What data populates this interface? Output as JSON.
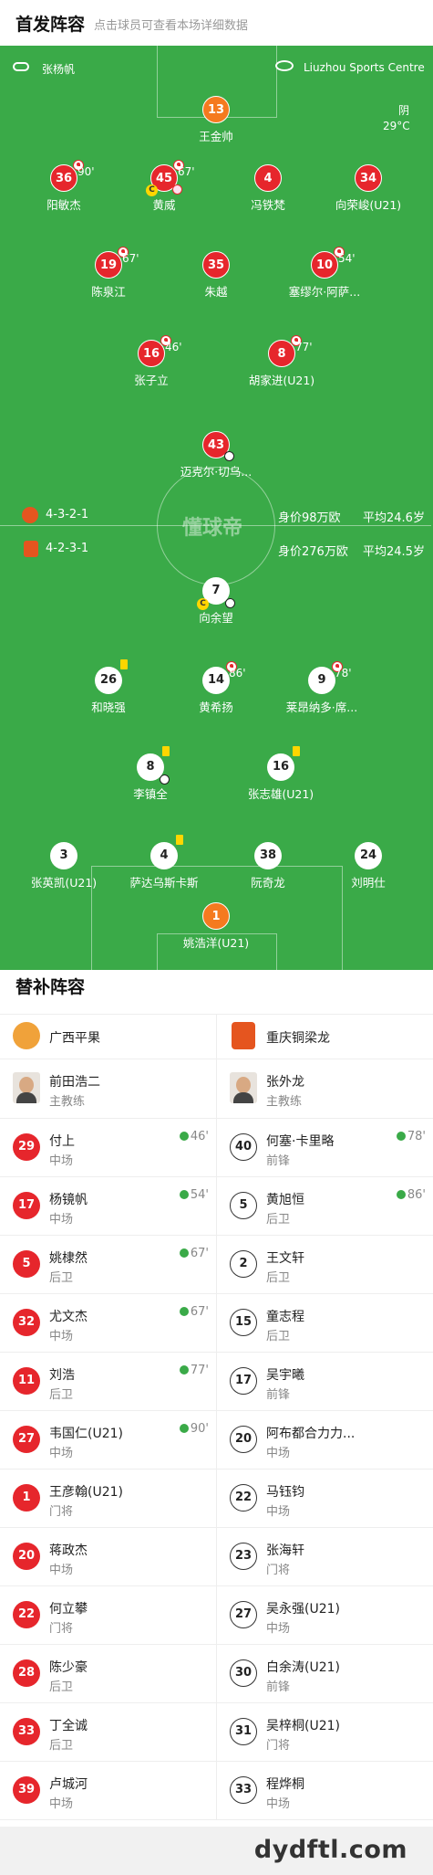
{
  "header": {
    "title": "首发阵容",
    "subtitle": "点击球员可查看本场详细数据"
  },
  "pitch": {
    "referee": "张杨帆",
    "stadium": "Liuzhou Sports Centre",
    "weather": "阴",
    "temperature": "29°C",
    "watermark": "懂球帝",
    "home_formation": "4-3-2-1",
    "away_formation": "4-2-3-1",
    "home_value": "身价98万欧",
    "home_age": "平均24.6岁",
    "away_value": "身价276万欧",
    "away_age": "平均24.5岁"
  },
  "top_team": [
    {
      "num": "13",
      "name": "王金帅",
      "color": "orange"
    },
    {
      "num": "36",
      "name": "阳敏杰",
      "color": "red",
      "sub_minute": "90'"
    },
    {
      "num": "45",
      "name": "黄威",
      "color": "red",
      "sub_minute": "67'",
      "captain": "C",
      "ball": true
    },
    {
      "num": "4",
      "name": "冯铁梵",
      "color": "red"
    },
    {
      "num": "34",
      "name": "向荣峻(U21)",
      "color": "red"
    },
    {
      "num": "19",
      "name": "陈泉江",
      "color": "red",
      "sub_minute": "67'"
    },
    {
      "num": "35",
      "name": "朱越",
      "color": "red"
    },
    {
      "num": "10",
      "name": "塞缪尔·阿萨...",
      "color": "red",
      "sub_minute": "54'"
    },
    {
      "num": "16",
      "name": "张子立",
      "color": "red",
      "sub_minute": "46'"
    },
    {
      "num": "8",
      "name": "胡家进(U21)",
      "color": "red",
      "sub_minute": "77'"
    },
    {
      "num": "43",
      "name": "迈克尔·切乌...",
      "color": "red",
      "ball": true
    }
  ],
  "bottom_team": [
    {
      "num": "7",
      "name": "向余望",
      "color": "white",
      "captain": "C",
      "ball": true
    },
    {
      "num": "26",
      "name": "和晓强",
      "color": "white",
      "yellow": true
    },
    {
      "num": "14",
      "name": "黄希扬",
      "color": "white",
      "sub_minute": "86'"
    },
    {
      "num": "9",
      "name": "莱昂纳多·席...",
      "color": "white",
      "sub_minute": "78'"
    },
    {
      "num": "8",
      "name": "李镇全",
      "color": "white",
      "yellow": true,
      "ball": true
    },
    {
      "num": "16",
      "name": "张志雄(U21)",
      "color": "white",
      "yellow": true
    },
    {
      "num": "3",
      "name": "张英凯(U21)",
      "color": "white"
    },
    {
      "num": "4",
      "name": "萨达乌斯卡斯",
      "color": "white",
      "yellow": true
    },
    {
      "num": "38",
      "name": "阮奇龙",
      "color": "white"
    },
    {
      "num": "24",
      "name": "刘明仕",
      "color": "white"
    },
    {
      "num": "1",
      "name": "姚浩洋(U21)",
      "color": "orange"
    }
  ],
  "subs": {
    "title": "替补阵容",
    "home": {
      "team": "广西平果",
      "coach": "前田浩二",
      "coach_role": "主教练",
      "players": [
        {
          "num": "29",
          "name": "付上",
          "pos": "中场",
          "in": "46'"
        },
        {
          "num": "17",
          "name": "杨镜帆",
          "pos": "中场",
          "in": "54'"
        },
        {
          "num": "5",
          "name": "姚棣然",
          "pos": "后卫",
          "in": "67'"
        },
        {
          "num": "32",
          "name": "尤文杰",
          "pos": "中场",
          "in": "67'"
        },
        {
          "num": "11",
          "name": "刘浩",
          "pos": "后卫",
          "in": "77'"
        },
        {
          "num": "27",
          "name": "韦国仁(U21)",
          "pos": "中场",
          "in": "90'"
        },
        {
          "num": "1",
          "name": "王彦翰(U21)",
          "pos": "门将"
        },
        {
          "num": "20",
          "name": "蒋政杰",
          "pos": "中场"
        },
        {
          "num": "22",
          "name": "何立攀",
          "pos": "门将"
        },
        {
          "num": "28",
          "name": "陈少豪",
          "pos": "后卫"
        },
        {
          "num": "33",
          "name": "丁全诚",
          "pos": "后卫"
        },
        {
          "num": "39",
          "name": "卢城河",
          "pos": "中场"
        }
      ]
    },
    "away": {
      "team": "重庆铜梁龙",
      "coach": "张外龙",
      "coach_role": "主教练",
      "players": [
        {
          "num": "40",
          "name": "何塞·卡里略",
          "pos": "前锋",
          "in": "78'"
        },
        {
          "num": "5",
          "name": "黄旭恒",
          "pos": "后卫",
          "in": "86'"
        },
        {
          "num": "2",
          "name": "王文轩",
          "pos": "后卫"
        },
        {
          "num": "15",
          "name": "童志程",
          "pos": "后卫"
        },
        {
          "num": "17",
          "name": "吴宇曦",
          "pos": "前锋"
        },
        {
          "num": "20",
          "name": "阿布都合力力...",
          "pos": "中场"
        },
        {
          "num": "22",
          "name": "马钰钧",
          "pos": "中场"
        },
        {
          "num": "23",
          "name": "张海轩",
          "pos": "门将"
        },
        {
          "num": "27",
          "name": "吴永强(U21)",
          "pos": "中场"
        },
        {
          "num": "30",
          "name": "白余涛(U21)",
          "pos": "前锋"
        },
        {
          "num": "31",
          "name": "吴梓桐(U21)",
          "pos": "门将"
        },
        {
          "num": "33",
          "name": "程烨桐",
          "pos": "中场"
        }
      ]
    }
  },
  "watermark": "dydftl.com"
}
